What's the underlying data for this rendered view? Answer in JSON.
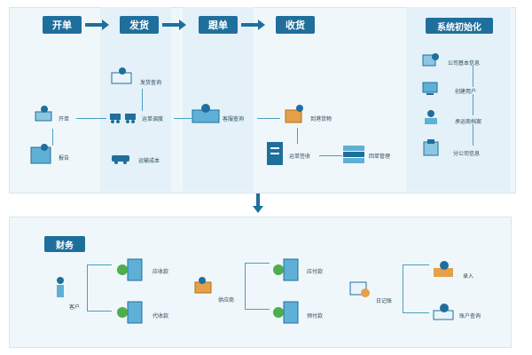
{
  "stages": [
    "开单",
    "发货",
    "跟单",
    "收货"
  ],
  "system": {
    "title": "系统初始化",
    "items": [
      "公司基本信息",
      "创建用户",
      "承运商档案",
      "分公司信息"
    ]
  },
  "flow": {
    "open_order": "开单",
    "report": "报告",
    "shipping_query": "发货查询",
    "waybill_dispatch": "运单调度",
    "transport_cost": "运输成本",
    "cargo_tracking": "客服查询",
    "receive_goods": "到港货物",
    "waybill_receipt": "运单签收",
    "receipt_management": "回单管理"
  },
  "finance": {
    "title": "财务",
    "customer": "客户",
    "receivable": "应收款",
    "collect_on_delivery": "代收款",
    "supplier": "供应商",
    "payable": "应付款",
    "paid": "预付款",
    "journal": "日记账",
    "entry": "录入",
    "account_query": "账户查询"
  },
  "colors": {
    "accent": "#1f6f9d",
    "panel": "#f0f7fb",
    "column": "#e4f1f8",
    "line": "#4a9fc0"
  }
}
